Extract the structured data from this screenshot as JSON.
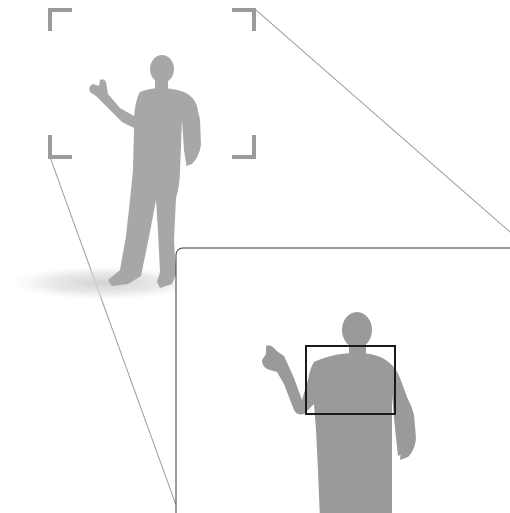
{
  "figure": {
    "type": "camera-zoom-framing-diagram",
    "colors": {
      "background": "#ffffff",
      "silhouette": "#a7a7a7",
      "silhouette_zoomed": "#9a9a9a",
      "frame_corners": "#9b9b9b",
      "guide_lines": "#9a9a9a",
      "viewfinder_border": "#3a3a3a",
      "focus_box": "#1a1a1a",
      "ground_shadow": "#d6d6d6"
    },
    "icons": [
      "full-body-silhouette",
      "zoomed-upper-body-silhouette",
      "framing-corner-brackets",
      "focus-rectangle"
    ]
  }
}
